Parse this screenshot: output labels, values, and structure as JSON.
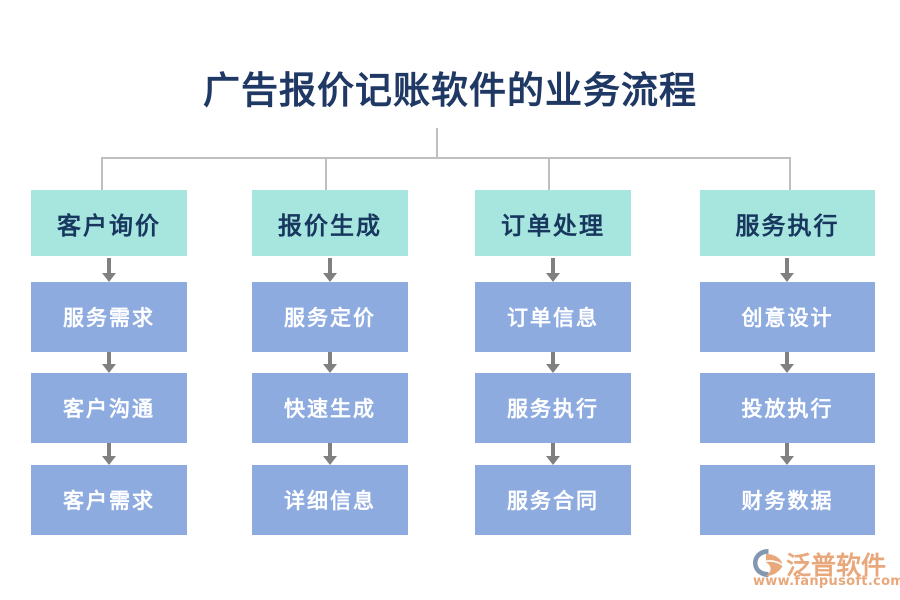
{
  "title": "广告报价记账软件的业务流程",
  "colors": {
    "title_text": "#1F3864",
    "header_box_fill": "#A7E5DF",
    "header_box_text": "#17375E",
    "step_box_fill": "#8EABE0",
    "step_box_text": "#FFFFFF",
    "connector_line": "#BFBFBF",
    "arrow": "#808080",
    "logo_orange": "#E8A87C",
    "logo_blue": "#8497B0",
    "background": "#FFFFFF"
  },
  "columns": [
    {
      "header": "客户询价",
      "steps": [
        "服务需求",
        "客户沟通",
        "客户需求"
      ]
    },
    {
      "header": "报价生成",
      "steps": [
        "服务定价",
        "快速生成",
        "详细信息"
      ]
    },
    {
      "header": "订单处理",
      "steps": [
        "订单信息",
        "服务执行",
        "服务合同"
      ]
    },
    {
      "header": "服务执行",
      "steps": [
        "创意设计",
        "投放执行",
        "财务数据"
      ]
    }
  ],
  "logo": {
    "name": "泛普软件",
    "url": "www.fanpusoft.com"
  }
}
